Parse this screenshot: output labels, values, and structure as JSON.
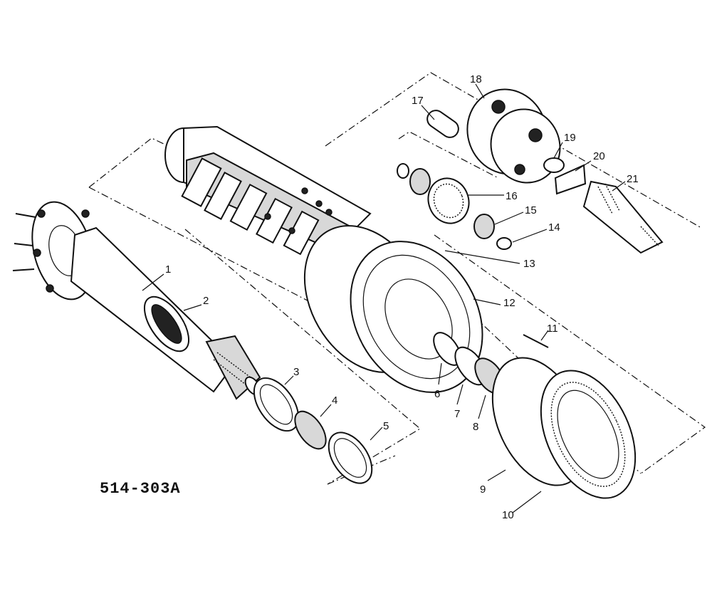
{
  "diagram": {
    "reference_code": "514-303A",
    "callouts": [
      "1",
      "2",
      "3",
      "4",
      "5",
      "6",
      "7",
      "8",
      "9",
      "10",
      "11",
      "12",
      "13",
      "14",
      "15",
      "16",
      "17",
      "18",
      "19",
      "20",
      "21"
    ]
  }
}
